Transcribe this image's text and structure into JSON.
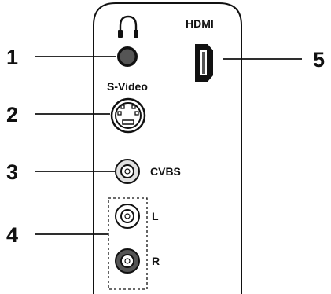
{
  "callouts": [
    "1",
    "2",
    "3",
    "4",
    "5"
  ],
  "ports": {
    "headphone": {
      "icon": "headphone-icon"
    },
    "svideo": {
      "label": "S-Video"
    },
    "cvbs": {
      "label": "CVBS"
    },
    "audio_left": {
      "label": "L"
    },
    "audio_right": {
      "label": "R"
    },
    "hdmi": {
      "label": "HDMI"
    }
  },
  "colors": {
    "stroke": "#111111",
    "panel": "#ffffff",
    "rca_right": "#555555",
    "headphone_jack": "#555555"
  }
}
